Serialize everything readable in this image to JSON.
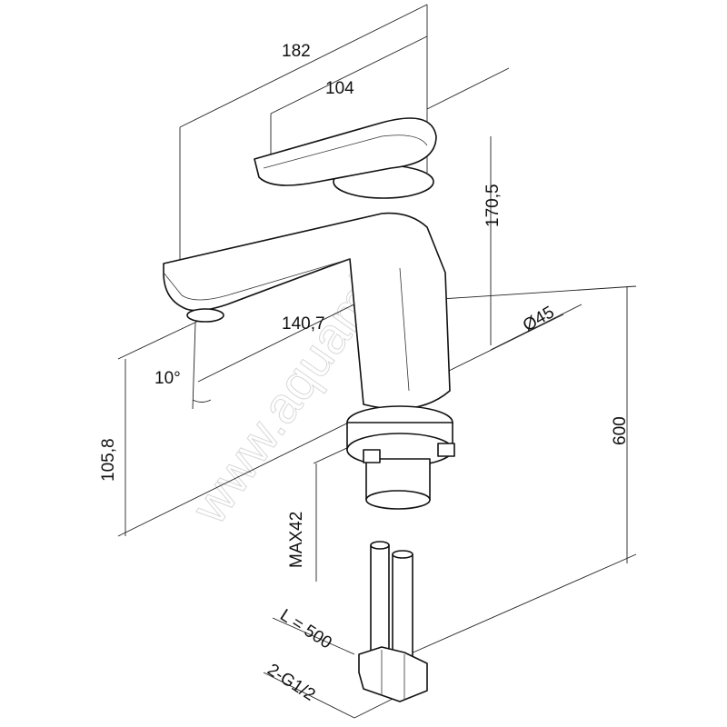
{
  "title": "Faucet dimensional drawing",
  "watermark": "www.aquamir.ru",
  "dimensions": {
    "overall_length": "182",
    "handle_length": "104",
    "body_height": "170,5",
    "spout_reach": "140,7",
    "spout_angle": "10°",
    "spout_height": "105,8",
    "base_diameter": "Ø45",
    "total_height": "600",
    "max_countertop": "MAX42",
    "hose_length": "L = 500",
    "connection": "2-G1/2"
  }
}
